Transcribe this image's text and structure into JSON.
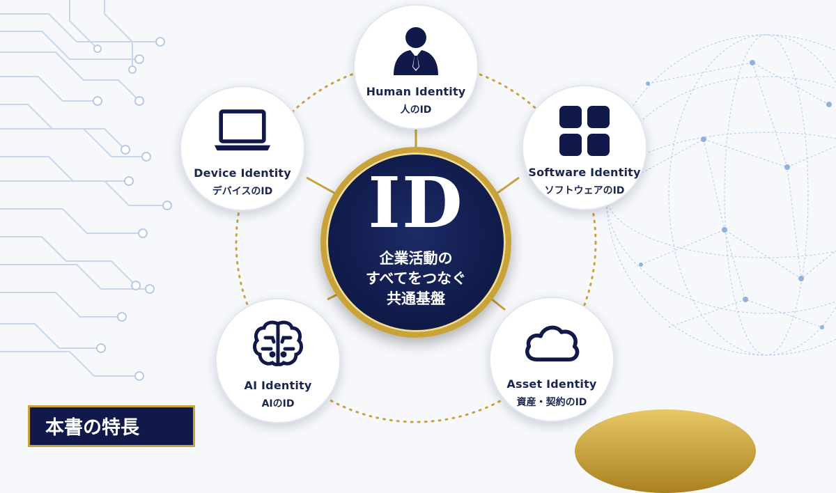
{
  "center": {
    "title": "ID",
    "line1": "企業活動の",
    "line2": "すべてをつなぐ",
    "line3": "共通基盤"
  },
  "nodes": {
    "human": {
      "en": "Human Identity",
      "ja": "人のID",
      "icon": "person-icon"
    },
    "device": {
      "en": "Device Identity",
      "ja": "デバイスのID",
      "icon": "laptop-icon"
    },
    "software": {
      "en": "Software Identity",
      "ja": "ソフトウェアのID",
      "icon": "grid-icon"
    },
    "ai": {
      "en": "AI Identity",
      "ja": "AIのID",
      "icon": "brain-icon"
    },
    "asset": {
      "en": "Asset Identity",
      "ja": "資産・契約のID",
      "icon": "cloud-icon"
    }
  },
  "feature_badge": {
    "label": "本書の特長"
  },
  "colors": {
    "navy": "#10194a",
    "gold": "#c9a23a",
    "bg": "#f6f8fb"
  }
}
